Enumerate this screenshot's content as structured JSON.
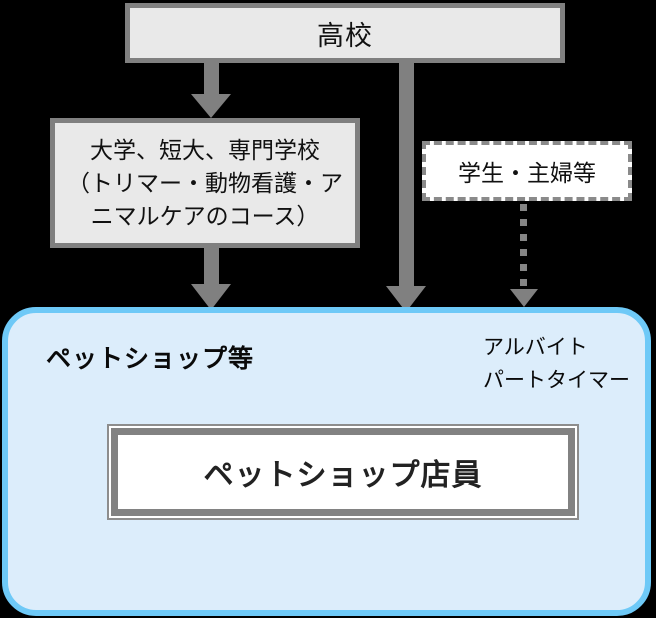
{
  "diagram": {
    "description": "career path flowchart to pet shop clerk",
    "colors": {
      "background": "#000000",
      "gray_box_fill": "#e9e9e9",
      "gray_box_border": "#808080",
      "arrow": "#808080",
      "panel_fill": "#dcedfb",
      "panel_border": "#6ec9f7",
      "clerk_box_fill": "#ffffff",
      "clerk_box_border": "#828282"
    },
    "nodes": {
      "highschool": {
        "label": "高校"
      },
      "college": {
        "line1": "大学、短大、専門学校",
        "line2": "（トリマー・動物看護・ア",
        "line3": "ニマルケアのコース）"
      },
      "students": {
        "label": "学生・主婦等"
      },
      "petshop_panel": {
        "label": "ペットショップ等"
      },
      "parttime": {
        "line1": "アルバイト",
        "line2": "パートタイマー"
      },
      "clerk": {
        "label": "ペットショップ店員"
      }
    }
  }
}
